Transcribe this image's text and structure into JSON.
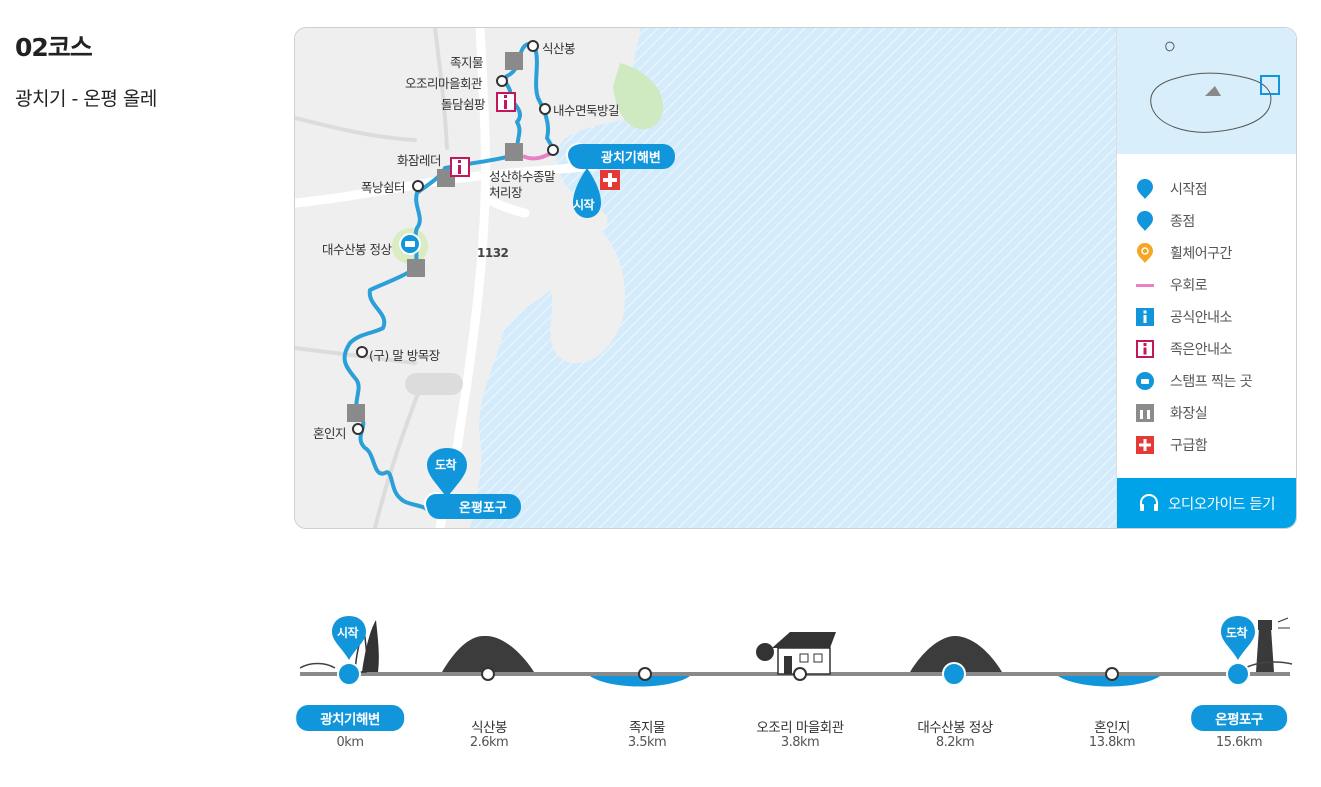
{
  "course": {
    "title": "02코스",
    "subtitle": "광치기 - 온평 올레"
  },
  "map": {
    "road_number": "1132",
    "start_badge": "시작",
    "end_badge": "도착",
    "start_label": "광치기해변",
    "end_label": "온평포구",
    "labels": {
      "siksanbong": "식산봉",
      "jokjimul": "족지물",
      "ojori_hall": "오조리마을회관",
      "doldam_rest": "돌담쉼팡",
      "naesu_path": "내수면둑방길",
      "hwajam": "화잠레더",
      "seongsan_plant_1": "성산하수종말",
      "seongsan_plant_2": "처리장",
      "pokrang": "폭낭쉼터",
      "daesusan": "대수산봉 정상",
      "horse_ranch": "(구) 말 방목장",
      "honinji": "혼인지"
    }
  },
  "legend": {
    "items": [
      {
        "icon": "start-pin-icon",
        "label": "시작점",
        "color": "#1296db"
      },
      {
        "icon": "end-pin-icon",
        "label": "종점",
        "color": "#1296db"
      },
      {
        "icon": "wheelchair-pin-icon",
        "label": "휠체어구간",
        "color": "#f5a623"
      },
      {
        "icon": "detour-line-icon",
        "label": "우회로",
        "color": "#e87fc7"
      },
      {
        "icon": "official-info-icon",
        "label": "공식안내소",
        "color": "#1296db"
      },
      {
        "icon": "small-info-icon",
        "label": "족은안내소",
        "color": "#c2185b"
      },
      {
        "icon": "stamp-icon",
        "label": "스탬프 찍는 곳",
        "color": "#1296db"
      },
      {
        "icon": "restroom-icon",
        "label": "화장실",
        "color": "#8c8c8c"
      },
      {
        "icon": "first-aid-icon",
        "label": "구급함",
        "color": "#e53935"
      }
    ],
    "audio_button": "오디오가이드 듣기"
  },
  "profile": {
    "start_badge": "시작",
    "end_badge": "도착",
    "stops": [
      {
        "name": "광치기해변",
        "km": "0km",
        "highlight": true
      },
      {
        "name": "식산봉",
        "km": "2.6km",
        "highlight": false
      },
      {
        "name": "족지물",
        "km": "3.5km",
        "highlight": false
      },
      {
        "name": "오조리 마을회관",
        "km": "3.8km",
        "highlight": false
      },
      {
        "name": "대수산봉 정상",
        "km": "8.2km",
        "highlight": false
      },
      {
        "name": "혼인지",
        "km": "13.8km",
        "highlight": false
      },
      {
        "name": "온평포구",
        "km": "15.6km",
        "highlight": true
      }
    ]
  },
  "colors": {
    "accent": "#1296db",
    "sea": "#d5ecfa",
    "land": "#efefef",
    "route": "#2a9fd8",
    "detour": "#e87fc7"
  }
}
